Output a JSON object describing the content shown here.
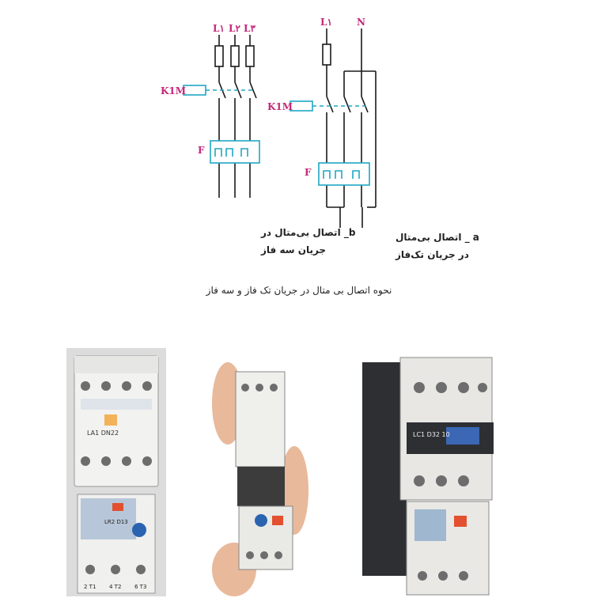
{
  "figure": {
    "caption": "نحوه اتصال بی متال در جریان تک فاز و سه فاز",
    "three_phase": {
      "phases": [
        "L۱",
        "L۲",
        "L۳"
      ],
      "contactor": "K1M",
      "overload": "F",
      "label_line1": "b_ اتصال بی‌متال در",
      "label_line2": "جریان سه فاز"
    },
    "single_phase": {
      "phase": "L۱",
      "neutral": "N",
      "contactor": "K1M",
      "overload": "F",
      "label_line1": "a _ اتصال بی‌متال",
      "label_line2": "در جریان تک‌فاز"
    }
  },
  "photos": [
    {
      "name": "contactor-with-relay-front",
      "contactor_model": "LA1 DN22",
      "relay_model": "LR2 D13",
      "terminals": [
        "2 T1",
        "4 T2",
        "6 T3"
      ]
    },
    {
      "name": "contactor-in-hand"
    },
    {
      "name": "lc1-contactor-with-relay",
      "model": "LC1 D32 10"
    }
  ],
  "colors": {
    "label_pink": "#c4287a",
    "wire_blue": "#1fa6c4",
    "ink": "#1a1a1a"
  }
}
